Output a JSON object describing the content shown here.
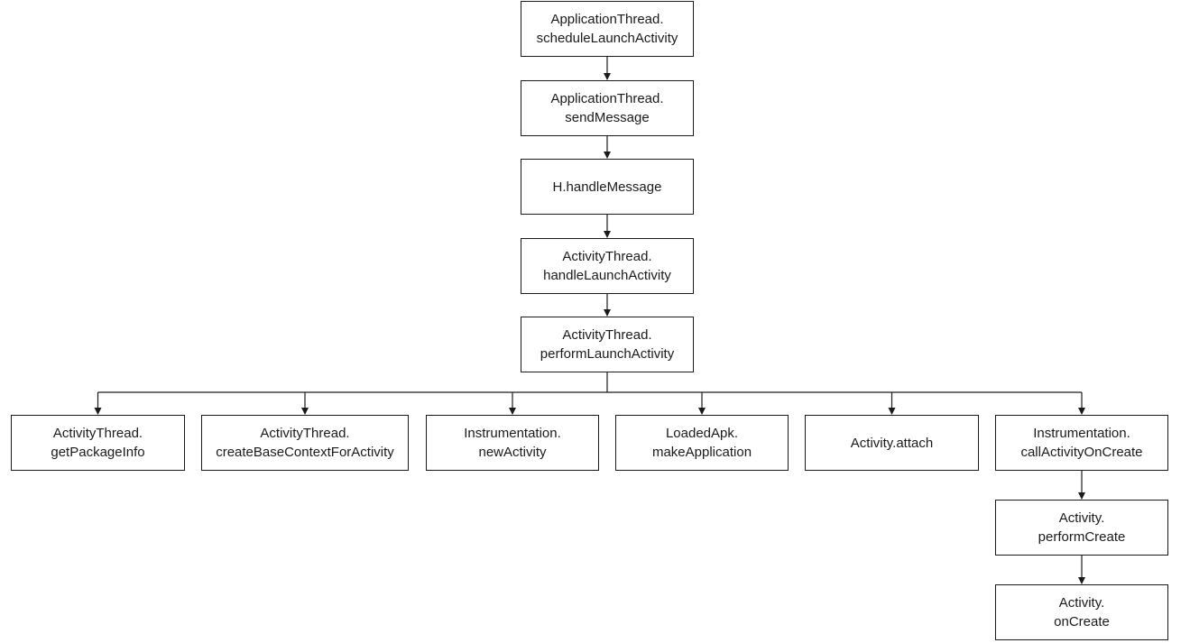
{
  "nodes": {
    "n1": {
      "line1": "ApplicationThread.",
      "line2": "scheduleLaunchActivity"
    },
    "n2": {
      "line1": "ApplicationThread.",
      "line2": "sendMessage"
    },
    "n3": {
      "line1": "H.handleMessage",
      "line2": ""
    },
    "n4": {
      "line1": "ActivityThread.",
      "line2": "handleLaunchActivity"
    },
    "n5": {
      "line1": "ActivityThread.",
      "line2": "performLaunchActivity"
    },
    "n6": {
      "line1": "ActivityThread.",
      "line2": "getPackageInfo"
    },
    "n7": {
      "line1": "ActivityThread.",
      "line2": "createBaseContextForActivity"
    },
    "n8": {
      "line1": "Instrumentation.",
      "line2": "newActivity"
    },
    "n9": {
      "line1": "LoadedApk.",
      "line2": "makeApplication"
    },
    "n10": {
      "line1": "Activity.attach",
      "line2": ""
    },
    "n11": {
      "line1": "Instrumentation.",
      "line2": "callActivityOnCreate"
    },
    "n12": {
      "line1": "Activity.",
      "line2": "performCreate"
    },
    "n13": {
      "line1": "Activity.",
      "line2": "onCreate"
    }
  },
  "edges": [
    [
      "n1",
      "n2"
    ],
    [
      "n2",
      "n3"
    ],
    [
      "n3",
      "n4"
    ],
    [
      "n4",
      "n5"
    ],
    [
      "n5",
      "n6"
    ],
    [
      "n5",
      "n7"
    ],
    [
      "n5",
      "n8"
    ],
    [
      "n5",
      "n9"
    ],
    [
      "n5",
      "n10"
    ],
    [
      "n5",
      "n11"
    ],
    [
      "n11",
      "n12"
    ],
    [
      "n12",
      "n13"
    ]
  ],
  "colors": {
    "line": "#1a1a1a",
    "box_border": "#1a1a1a",
    "text": "#1a1a1a",
    "background": "#ffffff"
  }
}
